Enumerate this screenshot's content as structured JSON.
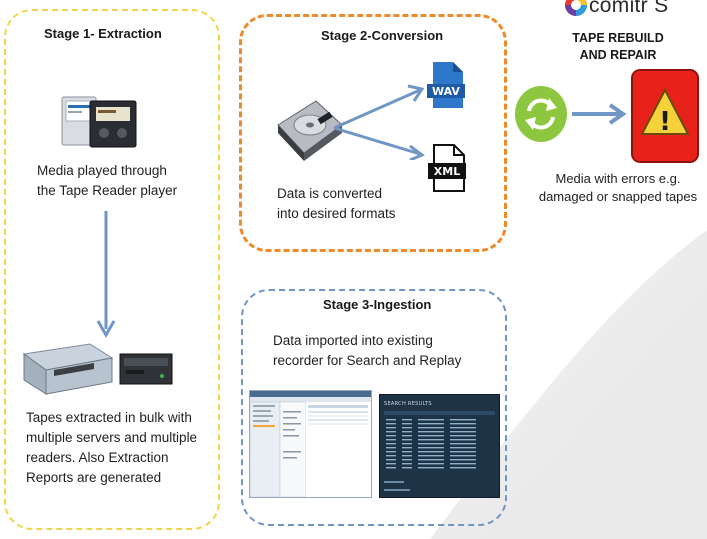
{
  "logo": {
    "text": "comitr S",
    "icon": "multicolor-swirl-icon"
  },
  "stage1": {
    "title": "Stage 1- Extraction",
    "caption_top_line1": "Media played through",
    "caption_top_line2": "the Tape Reader player",
    "caption_bottom_line1": "Tapes extracted in bulk with",
    "caption_bottom_line2": "multiple servers and multiple",
    "caption_bottom_line3": "readers. Also Extraction",
    "caption_bottom_line4": "Reports are generated",
    "icons": [
      "tape-cartridge-icon",
      "tape-reader-device-icon"
    ]
  },
  "stage2": {
    "title": "Stage 2-Conversion",
    "caption_line1": "Data is converted",
    "caption_line2": "into desired formats",
    "wav_label": "WAV",
    "xml_label": "XML",
    "icons": [
      "hard-drive-icon",
      "wav-file-icon",
      "xml-file-icon"
    ]
  },
  "stage3": {
    "title": "Stage 3-Ingestion",
    "caption_line1": "Data imported into existing",
    "caption_line2": "recorder for Search and Replay",
    "search_results_header": "SEARCH RESULTS"
  },
  "repair": {
    "title_line1": "TAPE REBUILD",
    "title_line2": "AND REPAIR",
    "caption_line1": "Media with errors e.g.",
    "caption_line2": "damaged or snapped tapes",
    "warning_symbol": "!",
    "icons": [
      "refresh-icon",
      "warning-icon"
    ]
  },
  "colors": {
    "stage1_border": "#f2d54a",
    "stage2_border": "#ee8a2b",
    "stage3_border": "#6f96c4",
    "arrow": "#6f96c4",
    "refresh_green": "#8dc63f",
    "warning_red": "#e8211b",
    "warning_yellow": "#f5d23a"
  }
}
